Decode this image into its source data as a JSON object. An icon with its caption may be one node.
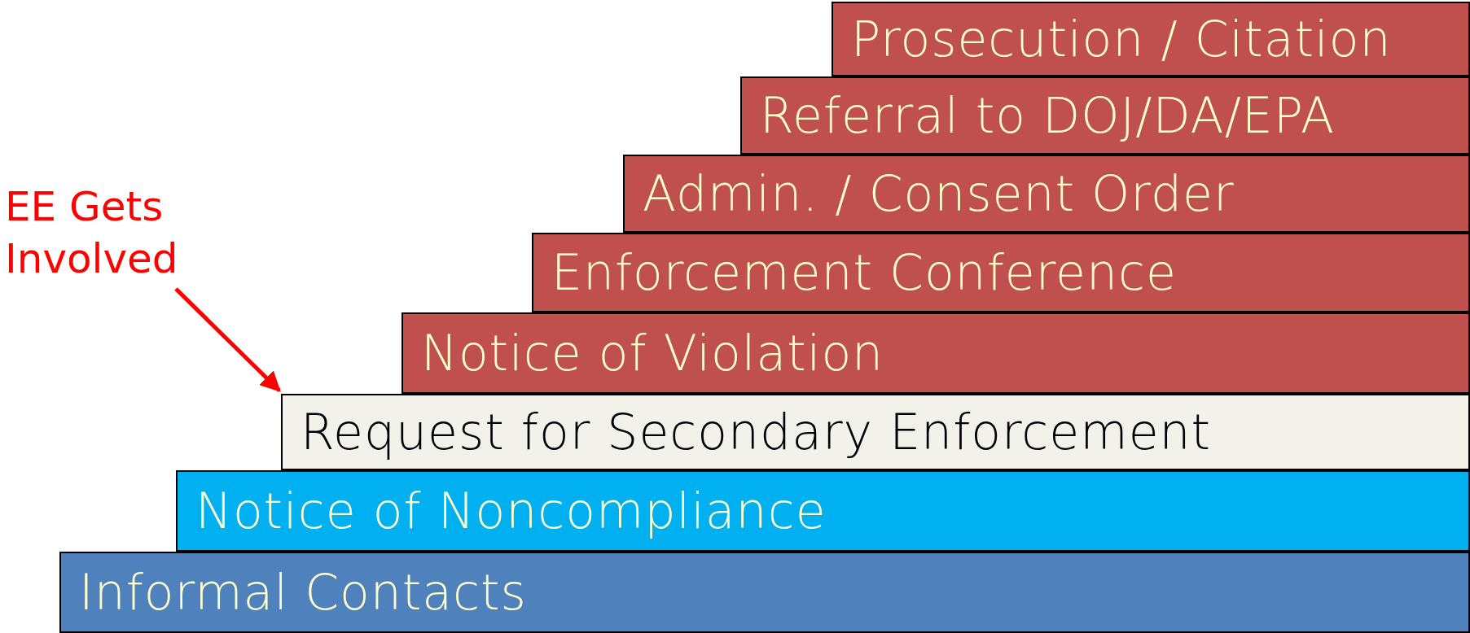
{
  "diagram": {
    "nodes": [
      {
        "text": [
          "Prosecution / Citation"
        ]
      },
      {
        "text": [
          "Referral to DOJ/DA/EPA"
        ]
      },
      {
        "text": [
          "Admin. / Consent Order"
        ]
      },
      {
        "text": [
          "Enforcement Conference"
        ]
      },
      {
        "text": [
          "Notice of Violation"
        ]
      },
      {
        "text": [
          "Request for Secondary Enforcement"
        ]
      },
      {
        "text": [
          "Notice of Noncompliance"
        ]
      },
      {
        "text": [
          "Informal Contacts"
        ]
      },
      {
        "text": [
          "EE Gets Involved"
        ]
      }
    ],
    "edges": [
      {
        "from": 8,
        "to": 5,
        "arrow": "to",
        "color": "#ff0000"
      }
    ]
  }
}
